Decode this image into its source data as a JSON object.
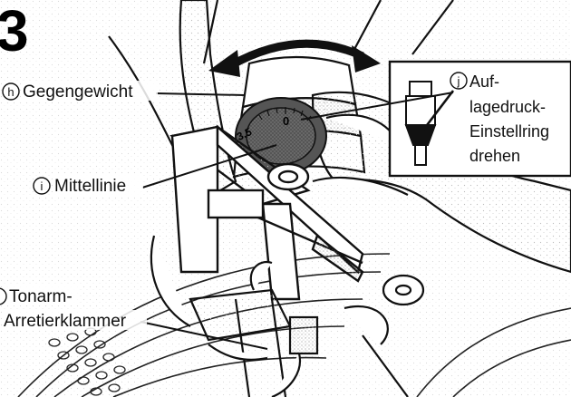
{
  "step_number": "3",
  "labels": {
    "h_letter": "h",
    "h_text": "Gegengewicht",
    "i_letter": "i",
    "i_text": "Mittellinie",
    "j_letter": "j",
    "j_line1": "Auf-",
    "j_line2": "lagedruck-",
    "j_line3": "Einstellring",
    "j_line4": "drehen",
    "k_line1": "Tonarm-",
    "k_line2": "Arretierklammer"
  },
  "dial": {
    "mark_zero": "0",
    "mark_35": "3.5"
  }
}
